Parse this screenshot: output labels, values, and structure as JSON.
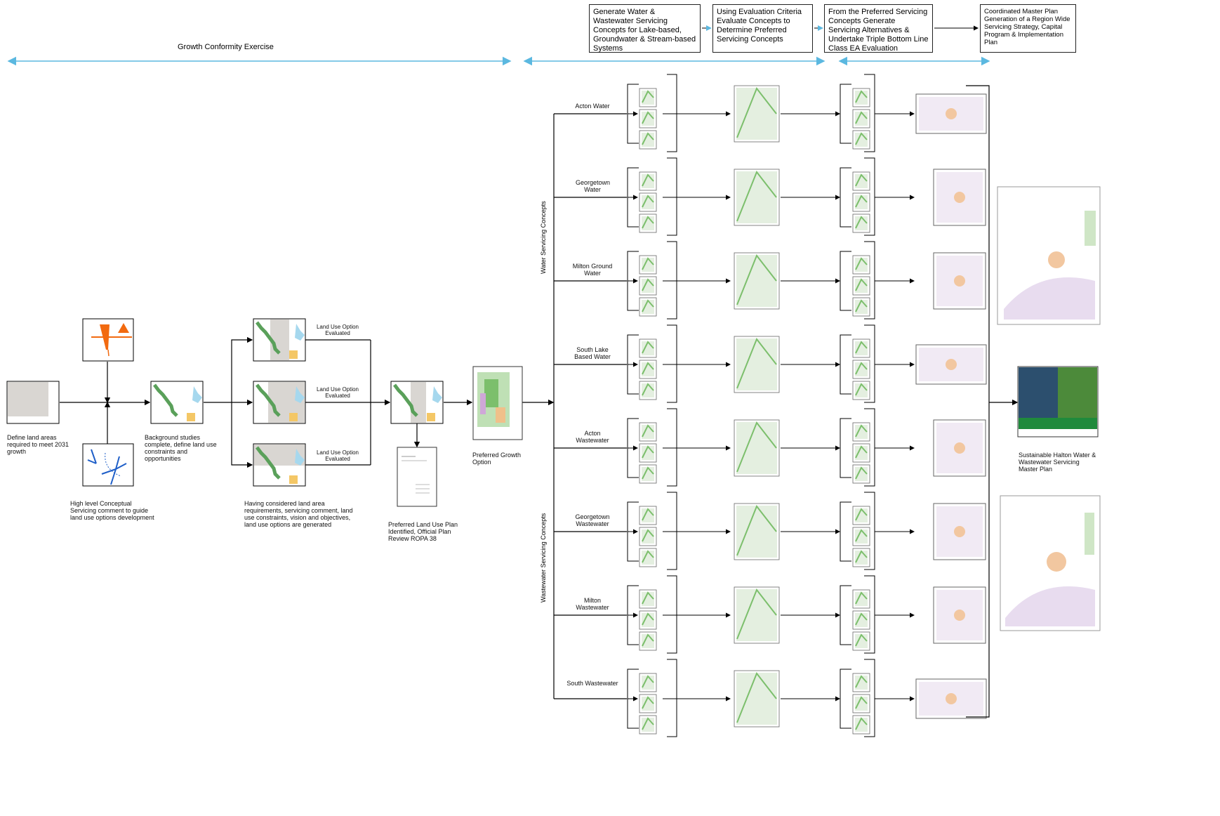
{
  "phase_label": "Growth Conformity Exercise",
  "header_boxes": [
    "Generate Water & Wastewater Servicing Concepts for Lake-based, Groundwater & Stream-based Systems",
    "Using Evaluation Criteria Evaluate Concepts to Determine Preferred Servicing Concepts",
    "From the Preferred Servicing Concepts Generate Servicing Alternatives & Undertake Triple Bottom Line Class EA Evaluation",
    "Coordinated Master Plan Generation of a Region Wide Servicing Strategy, Capital Program & Implementation Plan"
  ],
  "left_flow": {
    "define_land": "Define land areas required to meet 2031 growth",
    "conceptual_servicing": "High level Conceptual Servicing comment to guide land use options development",
    "background_studies": "Background studies complete, define land use constraints and opportunities",
    "option_label": "Land Use Option Evaluated",
    "options_generated": "Having considered land area requirements, servicing comment, land use constraints, vision and objectives, land use options are generated",
    "preferred_land_use": "Preferred Land Use Plan Identified, Official Plan Review ROPA 38",
    "preferred_growth": "Preferred Growth Option"
  },
  "vertical_labels": {
    "water": "Water Servicing Concepts",
    "wastewater": "Wastewater Servicing Concepts"
  },
  "rows": [
    "Acton Water",
    "Georgetown Water",
    "Milton Ground Water",
    "South Lake Based Water",
    "Acton Wastewater",
    "Georgetown Wastewater",
    "Milton Wastewater",
    "South Wastewater"
  ],
  "final_output": "Sustainable Halton Water & Wastewater Servicing Master Plan",
  "colors": {
    "phase_arrow": "#5bb8e0",
    "map_green": "#5aa05a",
    "map_grey": "#d9d6d2",
    "map_blue": "#a6d8ee",
    "map_yellow": "#f4c766",
    "orange_icon": "#f26a10",
    "blue_icon": "#1f5fc8",
    "cover_green": "#1f8a3c"
  },
  "icons": [
    "land-area-map-icon",
    "servicing-arrows-icon",
    "constraints-map-icon",
    "thumbnail-map-icon",
    "report-cover-icon"
  ]
}
